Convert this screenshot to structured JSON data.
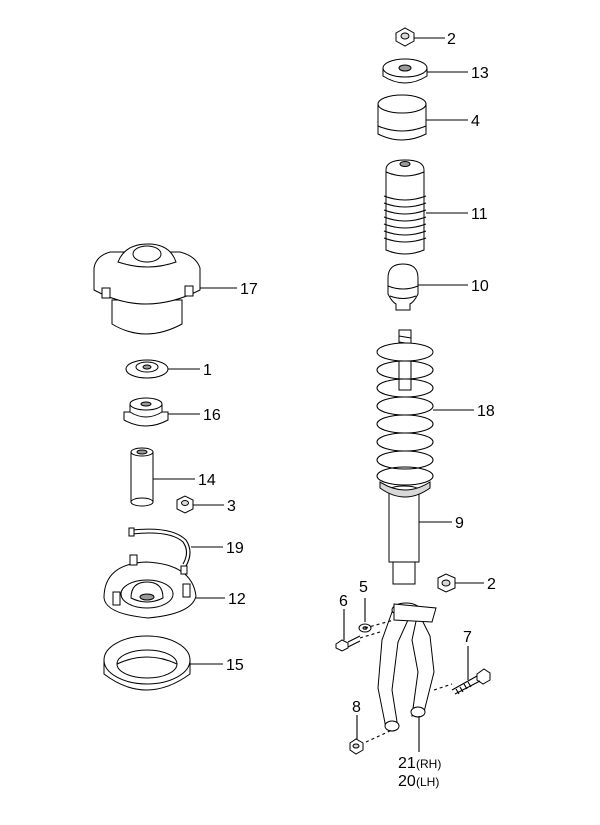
{
  "callouts": {
    "p1": "1",
    "p2_top": "2",
    "p2_right": "2",
    "p3": "3",
    "p4": "4",
    "p5": "5",
    "p6": "6",
    "p7": "7",
    "p8": "8",
    "p9": "9",
    "p10": "10",
    "p11": "11",
    "p12": "12",
    "p13": "13",
    "p14": "14",
    "p15": "15",
    "p16": "16",
    "p17": "17",
    "p18": "18",
    "p19": "19",
    "p21": "21",
    "p21_side": "(RH)",
    "p20": "20",
    "p20_side": "(LH)"
  }
}
